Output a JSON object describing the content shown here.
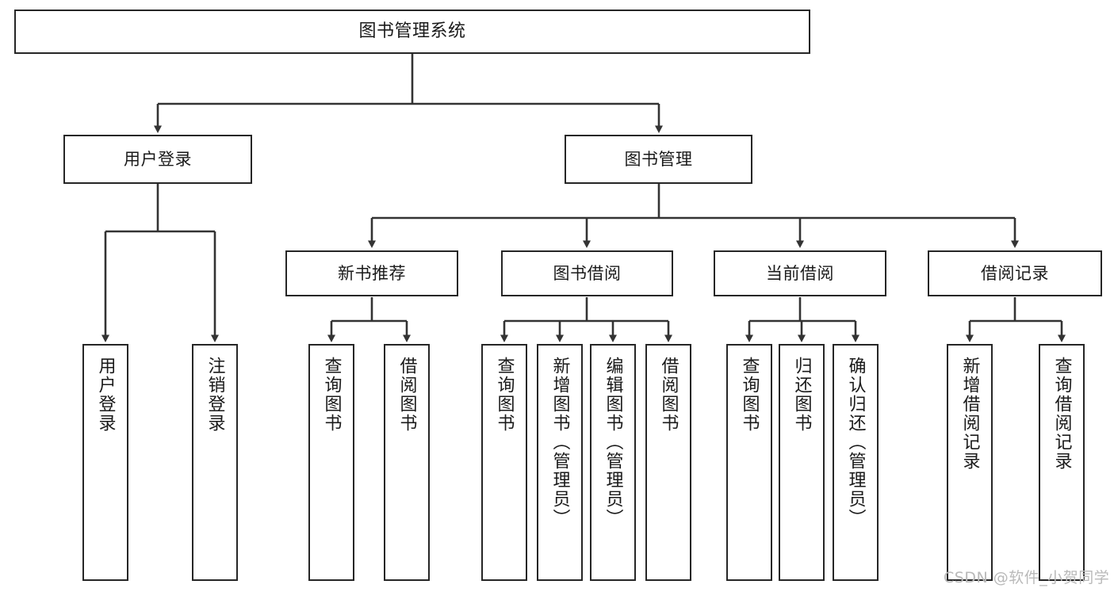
{
  "diagram": {
    "title": "图书管理系统",
    "type": "functional-structure-tree",
    "watermark": "CSDN @软件_小贺同学",
    "colors": {
      "box_border": "#262626",
      "box_fill": "#ffffff",
      "edge": "#333333",
      "text": "#1a1a1a",
      "watermark": "#b9b9b9",
      "background": "#ffffff"
    },
    "levels": {
      "root": [
        "图书管理系统"
      ],
      "level2": [
        "用户登录",
        "图书管理"
      ],
      "level3": [
        "新书推荐",
        "图书借阅",
        "当前借阅",
        "借阅记录"
      ],
      "leaves": [
        "用户登录",
        "注销登录",
        "查询图书",
        "借阅图书",
        "查询图书",
        "新增图书（管理员）",
        "编辑图书（管理员）",
        "借阅图书",
        "查询图书",
        "归还图书",
        "确认归还（管理员）",
        "新增借阅记录",
        "查询借阅记录"
      ]
    },
    "nodes": {
      "root": {
        "label": "图书管理系统"
      },
      "user_login": {
        "label": "用户登录"
      },
      "book_manage": {
        "label": "图书管理"
      },
      "new_book_rec": {
        "label": "新书推荐"
      },
      "book_borrow": {
        "label": "图书借阅"
      },
      "current_borrow": {
        "label": "当前借阅"
      },
      "borrow_record": {
        "label": "借阅记录"
      },
      "leaf_user_login": {
        "label": "用户登录"
      },
      "leaf_user_logout": {
        "label": "注销登录"
      },
      "leaf_query_book_1": {
        "label": "查询图书"
      },
      "leaf_borrow_book_1": {
        "label": "借阅图书"
      },
      "leaf_query_book_2": {
        "label": "查询图书"
      },
      "leaf_add_book": {
        "label": "新增图书（管理员）"
      },
      "leaf_edit_book": {
        "label": "编辑图书（管理员）"
      },
      "leaf_borrow_book_2": {
        "label": "借阅图书"
      },
      "leaf_query_book_3": {
        "label": "查询图书"
      },
      "leaf_return_book": {
        "label": "归还图书"
      },
      "leaf_confirm_return": {
        "label": "确认归还（管理员）"
      },
      "leaf_add_record": {
        "label": "新增借阅记录"
      },
      "leaf_query_record": {
        "label": "查询借阅记录"
      }
    }
  }
}
